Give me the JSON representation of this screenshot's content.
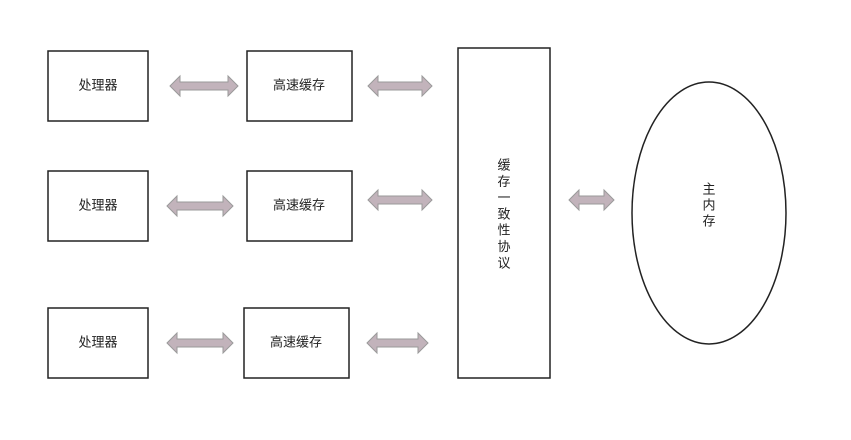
{
  "processors": [
    {
      "label": "处理器"
    },
    {
      "label": "处理器"
    },
    {
      "label": "处理器"
    }
  ],
  "caches": [
    {
      "label": "高速缓存"
    },
    {
      "label": "高速缓存"
    },
    {
      "label": "高速缓存"
    }
  ],
  "protocol": {
    "chars": [
      "缓",
      "存",
      "一",
      "致",
      "性",
      "协",
      "议"
    ]
  },
  "main_memory": {
    "chars": [
      "主",
      "内",
      "存"
    ]
  },
  "colors": {
    "arrow_fill": "#c2b3bb",
    "stroke": "#222222"
  }
}
